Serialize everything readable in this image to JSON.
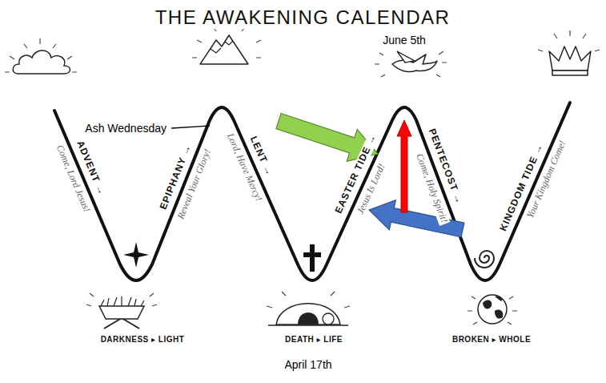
{
  "diagram": {
    "title": "THE AWAKENING CALENDAR",
    "labels": [
      "June 5th",
      "Ash Wednesday",
      "ADVENT →",
      "Come, Lord Jesus!",
      "EPIPHANY →",
      "Reveal Your Glory!",
      "LENT →",
      "Lord, Have Mercy!",
      "EASTER TIDE →",
      "Jesus Is Lord!",
      "PENTECOST →",
      "Come, Holy Spirit!",
      "KINGDOM TIDE →",
      "Your Kingdom Come!",
      "DARKNESS ▸ LIGHT",
      "DEATH ▸ LIFE",
      "BROKEN ▸ WHOLE",
      "April 17th"
    ]
  }
}
